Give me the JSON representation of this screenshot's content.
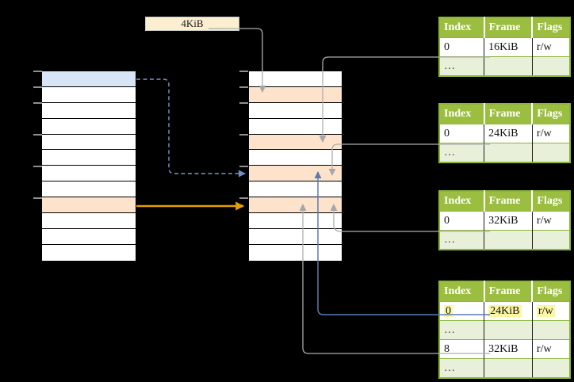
{
  "size_label": {
    "text": "4KiB"
  },
  "colors": {
    "header_green": "#9bbe40",
    "border_green": "#8cb53c",
    "shaded_green": "#e9f0d9",
    "highlight_yellow": "#fbf6a2",
    "frame_orange": "#fde3cc",
    "page_blue": "#d7e5f7",
    "label_cream": "#fbefd0",
    "arrow_gray": "#adadad",
    "arrow_blue": "#5b7cb2",
    "arrow_blue_dashed": "#7b98cc",
    "arrow_gold": "#e0a000"
  },
  "left_column": {
    "rows": [
      "blue",
      "",
      "",
      "",
      "",
      "",
      "",
      "",
      "orange",
      "",
      "",
      ""
    ]
  },
  "middle_column": {
    "rows": [
      "",
      "orange",
      "",
      "",
      "orange",
      "",
      "orange",
      "",
      "orange",
      "",
      "",
      ""
    ]
  },
  "page_tables": [
    {
      "headers": [
        "Index",
        "Frame",
        "Flags"
      ],
      "rows": [
        {
          "cells": [
            "0",
            "16KiB",
            "r/w"
          ],
          "shaded": false,
          "highlighted": false
        },
        {
          "cells": [
            "…",
            "",
            ""
          ],
          "shaded": true,
          "highlighted": false
        }
      ]
    },
    {
      "headers": [
        "Index",
        "Frame",
        "Flags"
      ],
      "rows": [
        {
          "cells": [
            "0",
            "24KiB",
            "r/w"
          ],
          "shaded": false,
          "highlighted": false
        },
        {
          "cells": [
            "…",
            "",
            ""
          ],
          "shaded": true,
          "highlighted": false
        }
      ]
    },
    {
      "headers": [
        "Index",
        "Frame",
        "Flags"
      ],
      "rows": [
        {
          "cells": [
            "0",
            "32KiB",
            "r/w"
          ],
          "shaded": false,
          "highlighted": false
        },
        {
          "cells": [
            "…",
            "",
            ""
          ],
          "shaded": true,
          "highlighted": false
        }
      ]
    },
    {
      "headers": [
        "Index",
        "Frame",
        "Flags"
      ],
      "rows": [
        {
          "cells": [
            "0",
            "24KiB",
            "r/w"
          ],
          "shaded": false,
          "highlighted": true
        },
        {
          "cells": [
            "…",
            "",
            ""
          ],
          "shaded": true,
          "highlighted": false
        },
        {
          "cells": [
            "8",
            "32KiB",
            "r/w"
          ],
          "shaded": false,
          "highlighted": false
        },
        {
          "cells": [
            "…",
            "",
            ""
          ],
          "shaded": true,
          "highlighted": false
        }
      ]
    }
  ]
}
